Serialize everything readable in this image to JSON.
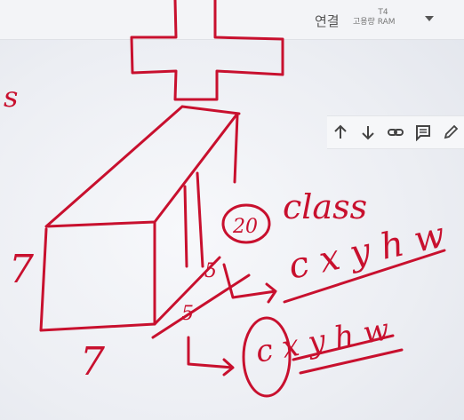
{
  "header": {
    "connect_label": "연결",
    "gpu": "T4",
    "ram": "고용량 RAM"
  },
  "toolbar": {
    "buttons": [
      "arrow-up-icon",
      "arrow-down-icon",
      "link-icon",
      "comment-icon",
      "pencil-icon"
    ]
  },
  "handwriting": {
    "edge_left": "s",
    "class_word": "class",
    "formula_1": "c x y h w",
    "formula_2": "c x y h w",
    "circled_count": "20",
    "dim_a": "5",
    "dim_b": "5",
    "dim_side": "7",
    "dim_bottom": "7"
  },
  "colors": {
    "ink": "#c8102e",
    "background": "#eef0f4",
    "ui_text": "#555555"
  }
}
